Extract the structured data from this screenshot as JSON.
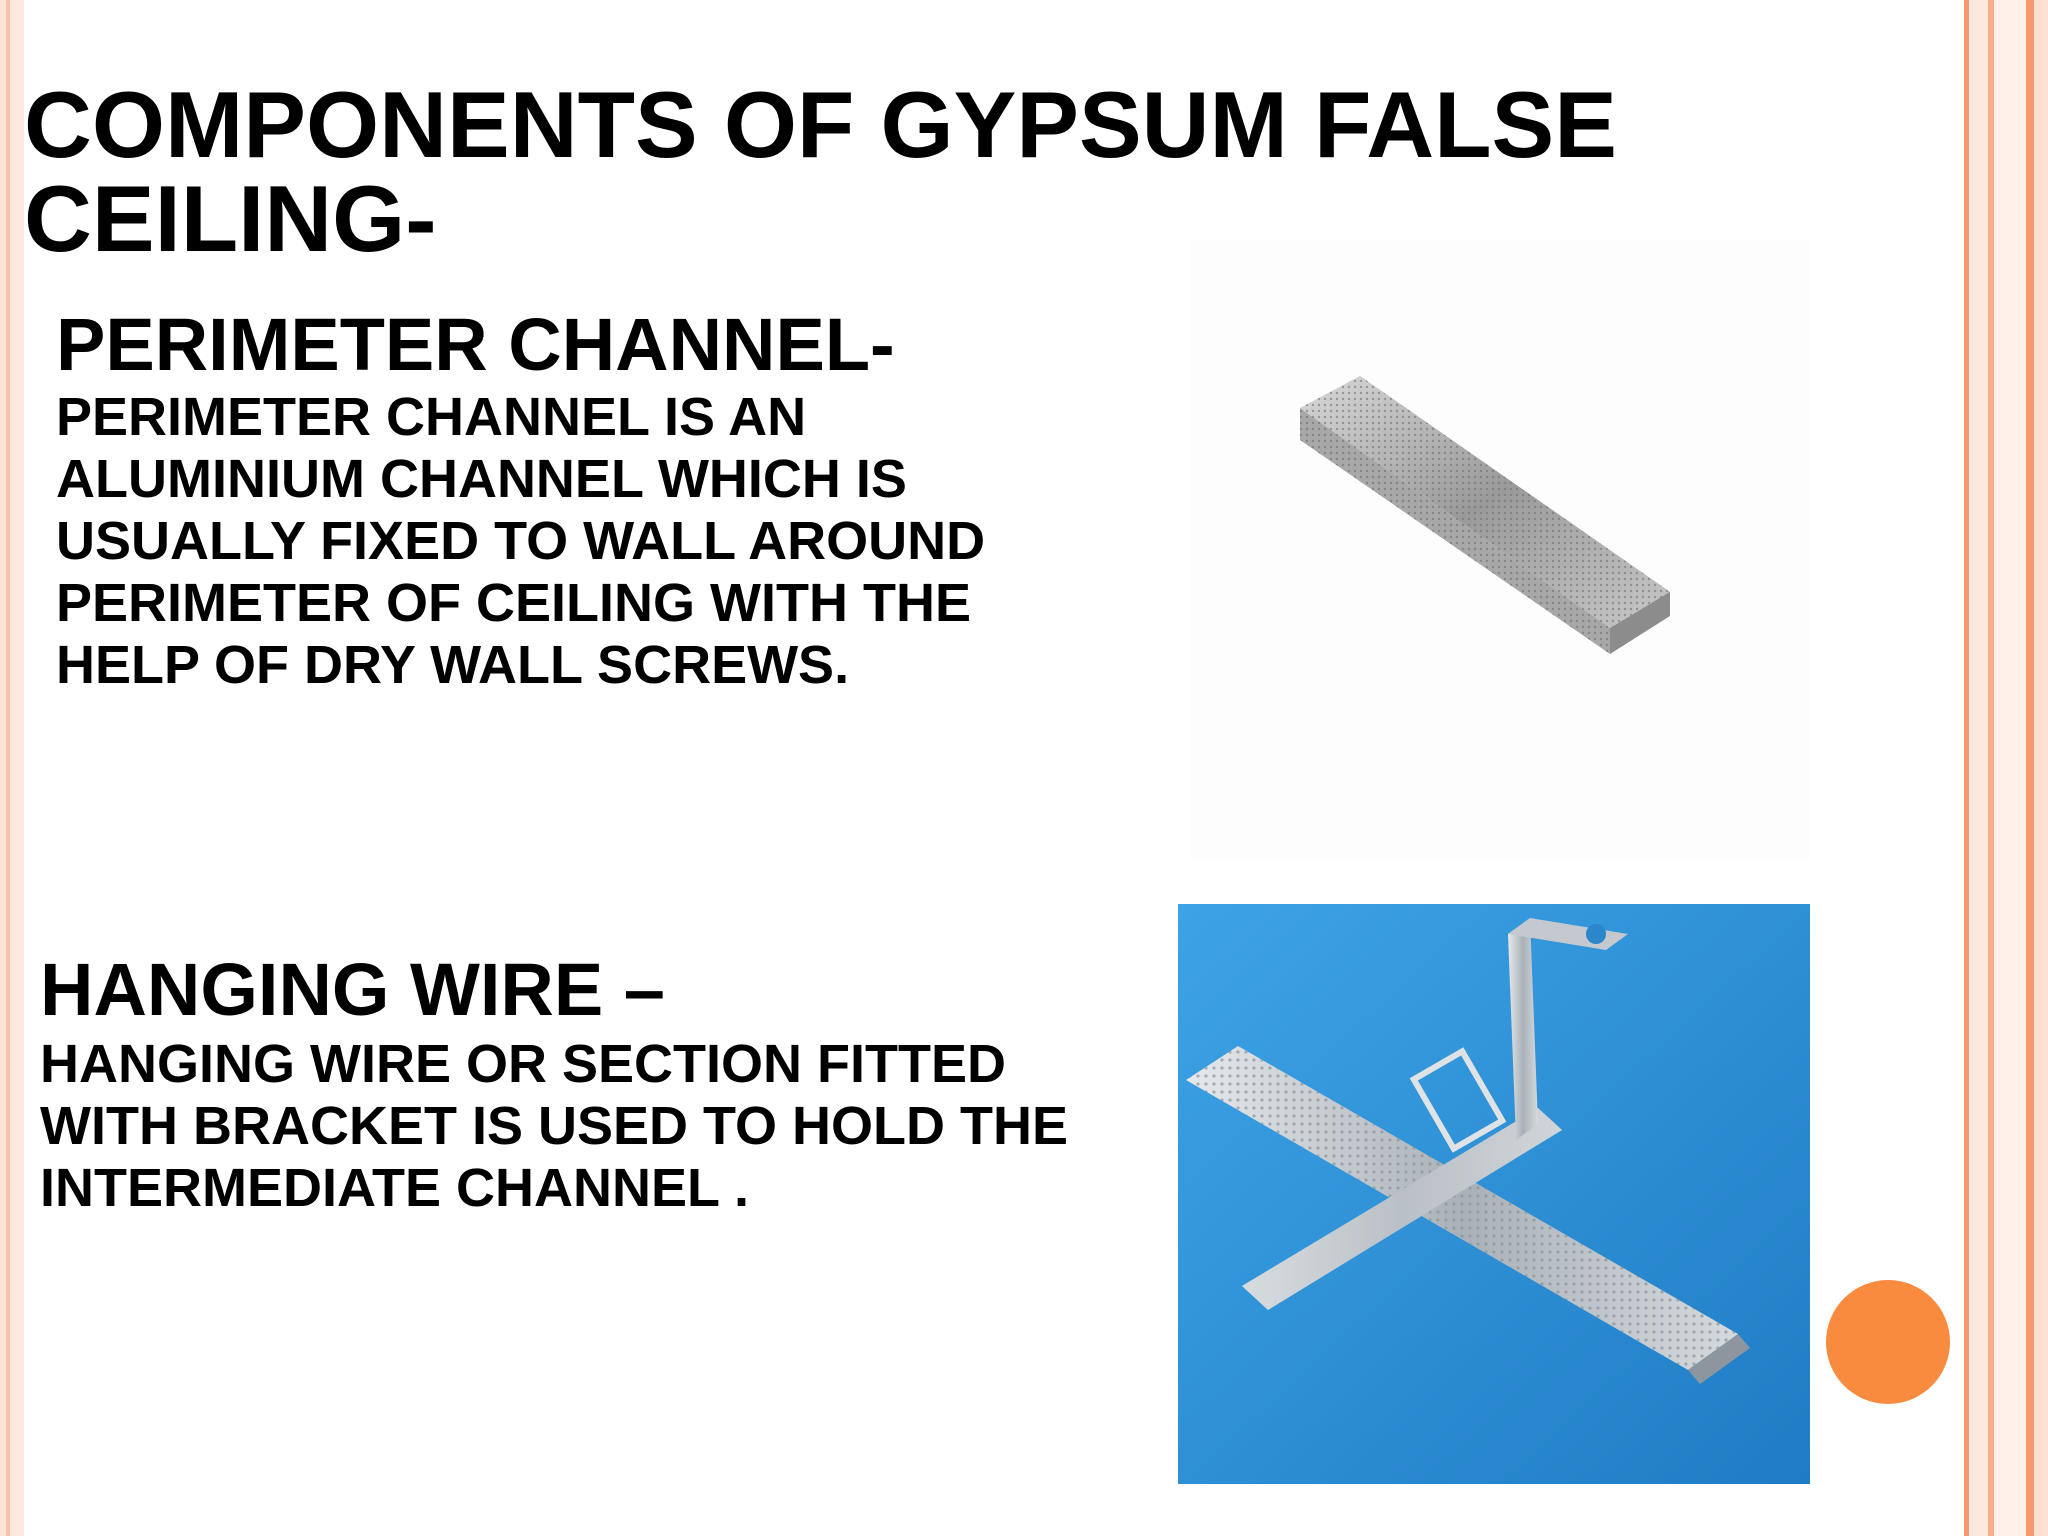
{
  "title": "COMPONENTS OF GYPSUM FALSE CEILING-",
  "sections": [
    {
      "heading": "PERIMETER CHANNEL-",
      "body": "PERIMETER CHANNEL IS AN\nALUMINIUM CHANNEL WHICH IS\nUSUALLY FIXED TO WALL AROUND\nPERIMETER OF CEILING WITH THE\nHELP OF DRY WALL SCREWS."
    },
    {
      "heading": "HANGING WIRE –",
      "body": "HANGING WIRE OR SECTION FITTED\nWITH BRACKET IS USED TO HOLD THE\nINTERMEDIATE CHANNEL ."
    }
  ],
  "colors": {
    "accent_orange": "#f98b3f",
    "photo_blue_bg": "#2f8fd6"
  }
}
